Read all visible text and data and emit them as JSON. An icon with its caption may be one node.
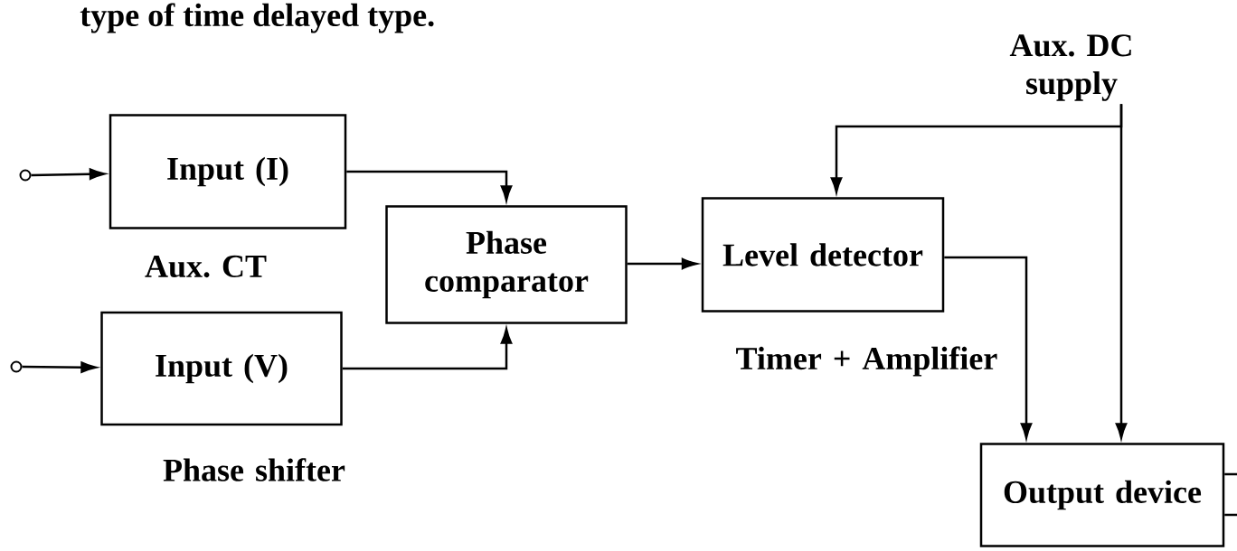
{
  "diagram": {
    "nodes": [
      {
        "text": [],
        "shape": "circle"
      },
      {
        "text": [
          "Input (I)"
        ],
        "beside": [
          "Aux. CT"
        ]
      },
      {
        "text": [],
        "shape": "circle"
      },
      {
        "text": [
          "Input (V)"
        ],
        "beside": [
          "Phase shifter"
        ]
      },
      {
        "text": [
          "Phase comparator"
        ]
      },
      {
        "text": [
          "Aux. DC supply"
        ]
      },
      {
        "text": [
          "Level detector"
        ],
        "beside": [
          "Timer + Amplifier"
        ]
      },
      {
        "text": [
          "Output device"
        ]
      }
    ],
    "edges": [
      {
        "from": 0,
        "to": 1,
        "arrow": "to"
      },
      {
        "from": 2,
        "to": 3,
        "arrow": "to"
      },
      {
        "from": 1,
        "to": 4,
        "arrow": "to"
      },
      {
        "from": 3,
        "to": 4,
        "arrow": "to"
      },
      {
        "from": 4,
        "to": 6,
        "arrow": "to"
      },
      {
        "from": 5,
        "to": 6,
        "arrow": "to"
      },
      {
        "from": 5,
        "to": 7,
        "arrow": "to"
      },
      {
        "from": 6,
        "to": 7,
        "arrow": "to"
      },
      {
        "from": 7,
        "to": null,
        "arrow": "none"
      },
      {
        "from": 7,
        "to": null,
        "arrow": "none"
      }
    ],
    "labels": [
      "type of time delayed type."
    ]
  }
}
